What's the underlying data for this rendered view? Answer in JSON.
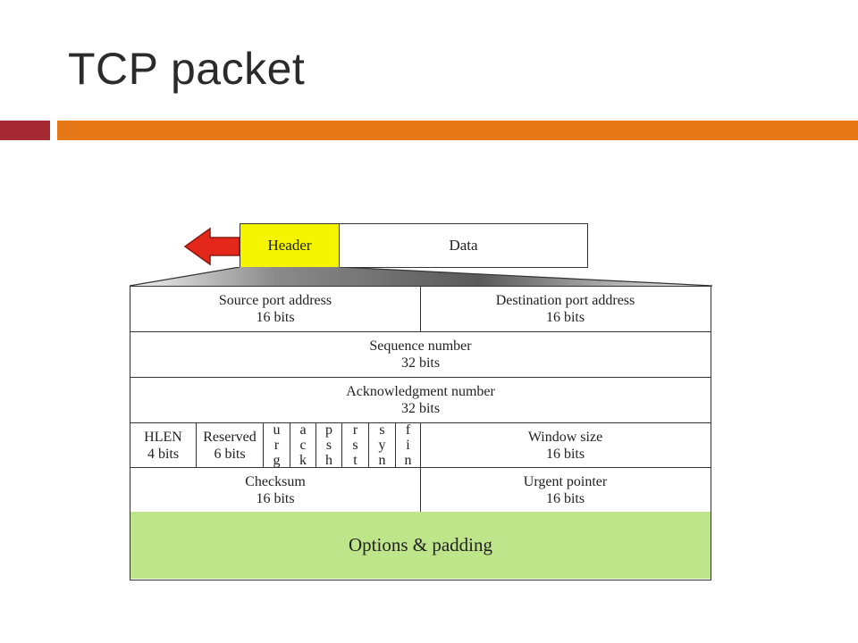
{
  "slide": {
    "title": "TCP packet",
    "colors": {
      "accent_left": "#a52a33",
      "accent_right": "#e77817",
      "header_fill": "#f5f500",
      "options_fill": "#bfe58a",
      "arrow_fill": "#e3271b"
    }
  },
  "packet": {
    "header_label": "Header",
    "data_label": "Data"
  },
  "fields": {
    "source_port": {
      "name": "Source port address",
      "bits": "16 bits"
    },
    "destination_port": {
      "name": "Destination port address",
      "bits": "16 bits"
    },
    "sequence": {
      "name": "Sequence number",
      "bits": "32 bits"
    },
    "acknowledgment": {
      "name": "Acknowledgment number",
      "bits": "32 bits"
    },
    "hlen": {
      "name": "HLEN",
      "bits": "4 bits"
    },
    "reserved": {
      "name": "Reserved",
      "bits": "6 bits"
    },
    "flags": [
      {
        "id": "urg",
        "letters": [
          "u",
          "r",
          "g"
        ]
      },
      {
        "id": "ack",
        "letters": [
          "a",
          "c",
          "k"
        ]
      },
      {
        "id": "psh",
        "letters": [
          "p",
          "s",
          "h"
        ]
      },
      {
        "id": "rst",
        "letters": [
          "r",
          "s",
          "t"
        ]
      },
      {
        "id": "syn",
        "letters": [
          "s",
          "y",
          "n"
        ]
      },
      {
        "id": "fin",
        "letters": [
          "f",
          "i",
          "n"
        ]
      }
    ],
    "window_size": {
      "name": "Window size",
      "bits": "16 bits"
    },
    "checksum": {
      "name": "Checksum",
      "bits": "16 bits"
    },
    "urgent_pointer": {
      "name": "Urgent pointer",
      "bits": "16 bits"
    },
    "options": {
      "name": "Options & padding"
    }
  }
}
